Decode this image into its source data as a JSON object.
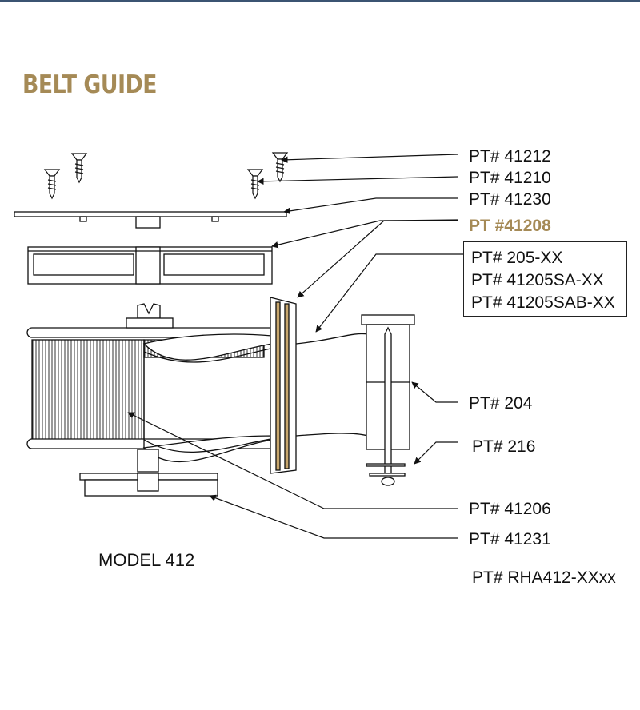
{
  "title": "BELT GUIDE",
  "colors": {
    "accent": "#a58a56",
    "ink": "#111111",
    "top_rule": "#3b5472"
  },
  "labels": {
    "pt_41212": "PT# 41212",
    "pt_41210": "PT# 41210",
    "pt_41230": "PT# 41230",
    "pt_41208": "PT #41208",
    "pt_205": "PT# 205-XX",
    "pt_41205sa": "PT# 41205SA-XX",
    "pt_41205sab": "PT# 41205SAB-XX",
    "pt_204": "PT# 204",
    "pt_216": "PT# 216",
    "pt_41206": "PT# 41206",
    "pt_41231": "PT# 41231"
  },
  "model": "MODEL 412",
  "assembly_part": "PT#  RHA412-XXxx"
}
